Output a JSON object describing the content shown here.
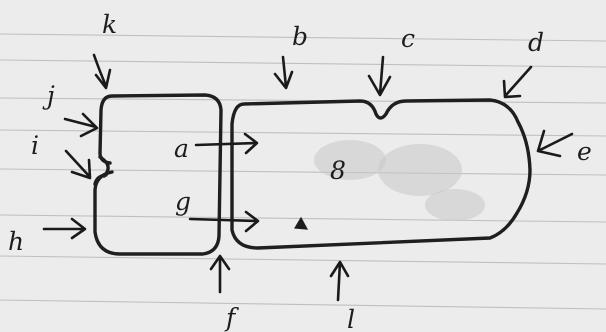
{
  "labels": {
    "k": "k",
    "b": "b",
    "c": "c",
    "d": "d",
    "j": "j",
    "i": "i",
    "a": "a",
    "e": "e",
    "g": "g",
    "h": "h",
    "f": "f",
    "l": "l",
    "center_mark": "8"
  }
}
